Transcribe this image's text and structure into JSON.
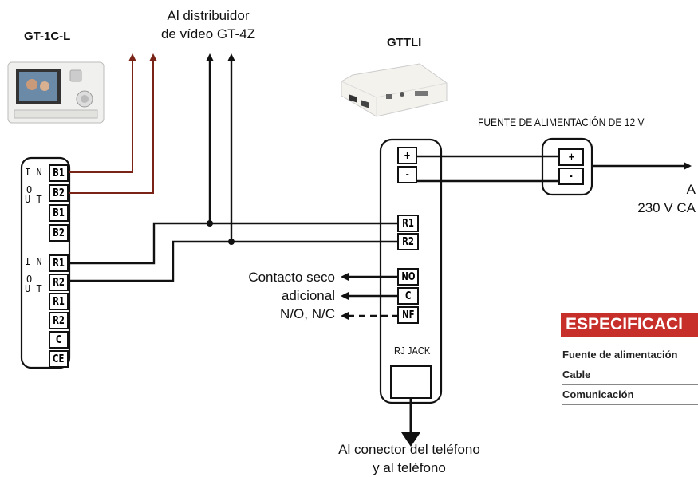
{
  "devices": {
    "monitor_label": "GT-1C-L",
    "interface_label": "GTTLI"
  },
  "captions": {
    "distributor_line1": "Al distribuidor",
    "distributor_line2": "de vídeo GT-4Z",
    "power_supply": "FUENTE DE ALIMENTACIÓN DE 12 V",
    "mains_line1": "A",
    "mains_line2": "230 V CA",
    "contact_line1": "Contacto seco",
    "contact_line2": "adicional",
    "contact_line3": "N/O, N/C",
    "phone_line1": "Al conector del teléfono",
    "phone_line2": "y al teléfono"
  },
  "monitor_terminals": {
    "group1_side": [
      "I N",
      "O",
      "U T"
    ],
    "group1": [
      "B1",
      "B2",
      "B1",
      "B2"
    ],
    "group2_side": [
      "I N",
      "O",
      "U T"
    ],
    "group2": [
      "R1",
      "R2",
      "R1",
      "R2",
      "C",
      "CE"
    ]
  },
  "interface_terminals": {
    "power": [
      "+",
      "-"
    ],
    "video": [
      "R1",
      "R2"
    ],
    "contacts": [
      "NO",
      "C",
      "NF"
    ],
    "rj_jack": "RJ JACK"
  },
  "psu_terminals": [
    "+",
    "-"
  ],
  "spec_table": {
    "heading": "ESPECIFICACI",
    "rows": [
      "Fuente de alimentación",
      "Cable",
      "Comunicación"
    ]
  },
  "colors": {
    "wire": "#111111",
    "b_wire": "#7a2418",
    "spec_accent": "#c62f2a"
  }
}
